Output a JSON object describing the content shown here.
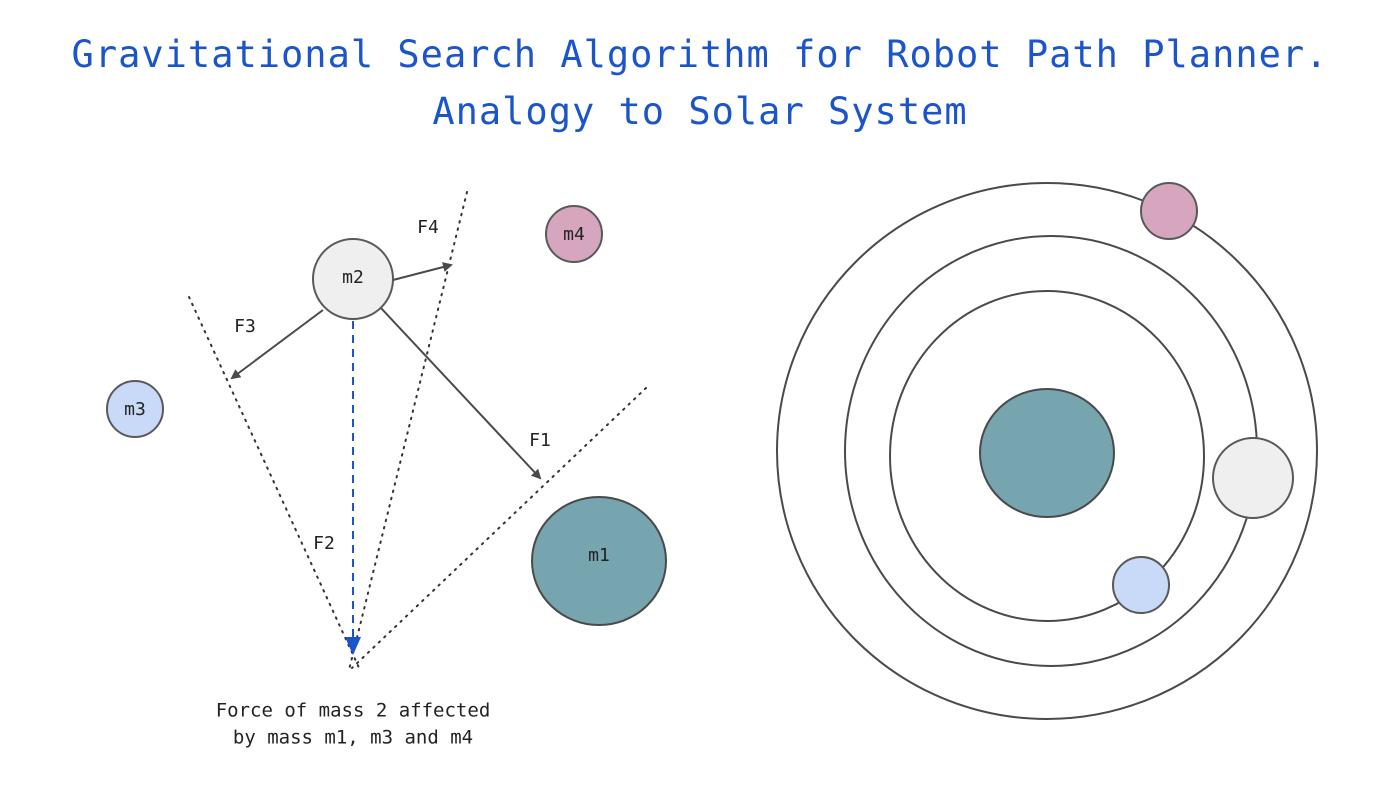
{
  "title": {
    "line1": "Gravitational Search Algorithm for Robot Path Planner.",
    "line2": "Analogy to Solar System"
  },
  "masses": {
    "m1": "m1",
    "m2": "m2",
    "m3": "m3",
    "m4": "m4"
  },
  "forces": {
    "f1": "F1",
    "f2": "F2",
    "f3": "F3",
    "f4": "F4"
  },
  "caption": {
    "line1": "Force of mass 2 affected",
    "line2": "by mass m1, m3 and m4"
  },
  "colors": {
    "title": "#1b55c9",
    "m1": "#76a5af",
    "m2": "#efefef",
    "m3": "#c9daf8",
    "m4": "#d5a6bd",
    "resultant_arrow": "#1b55c9",
    "stroke": "#4a4a4a"
  }
}
